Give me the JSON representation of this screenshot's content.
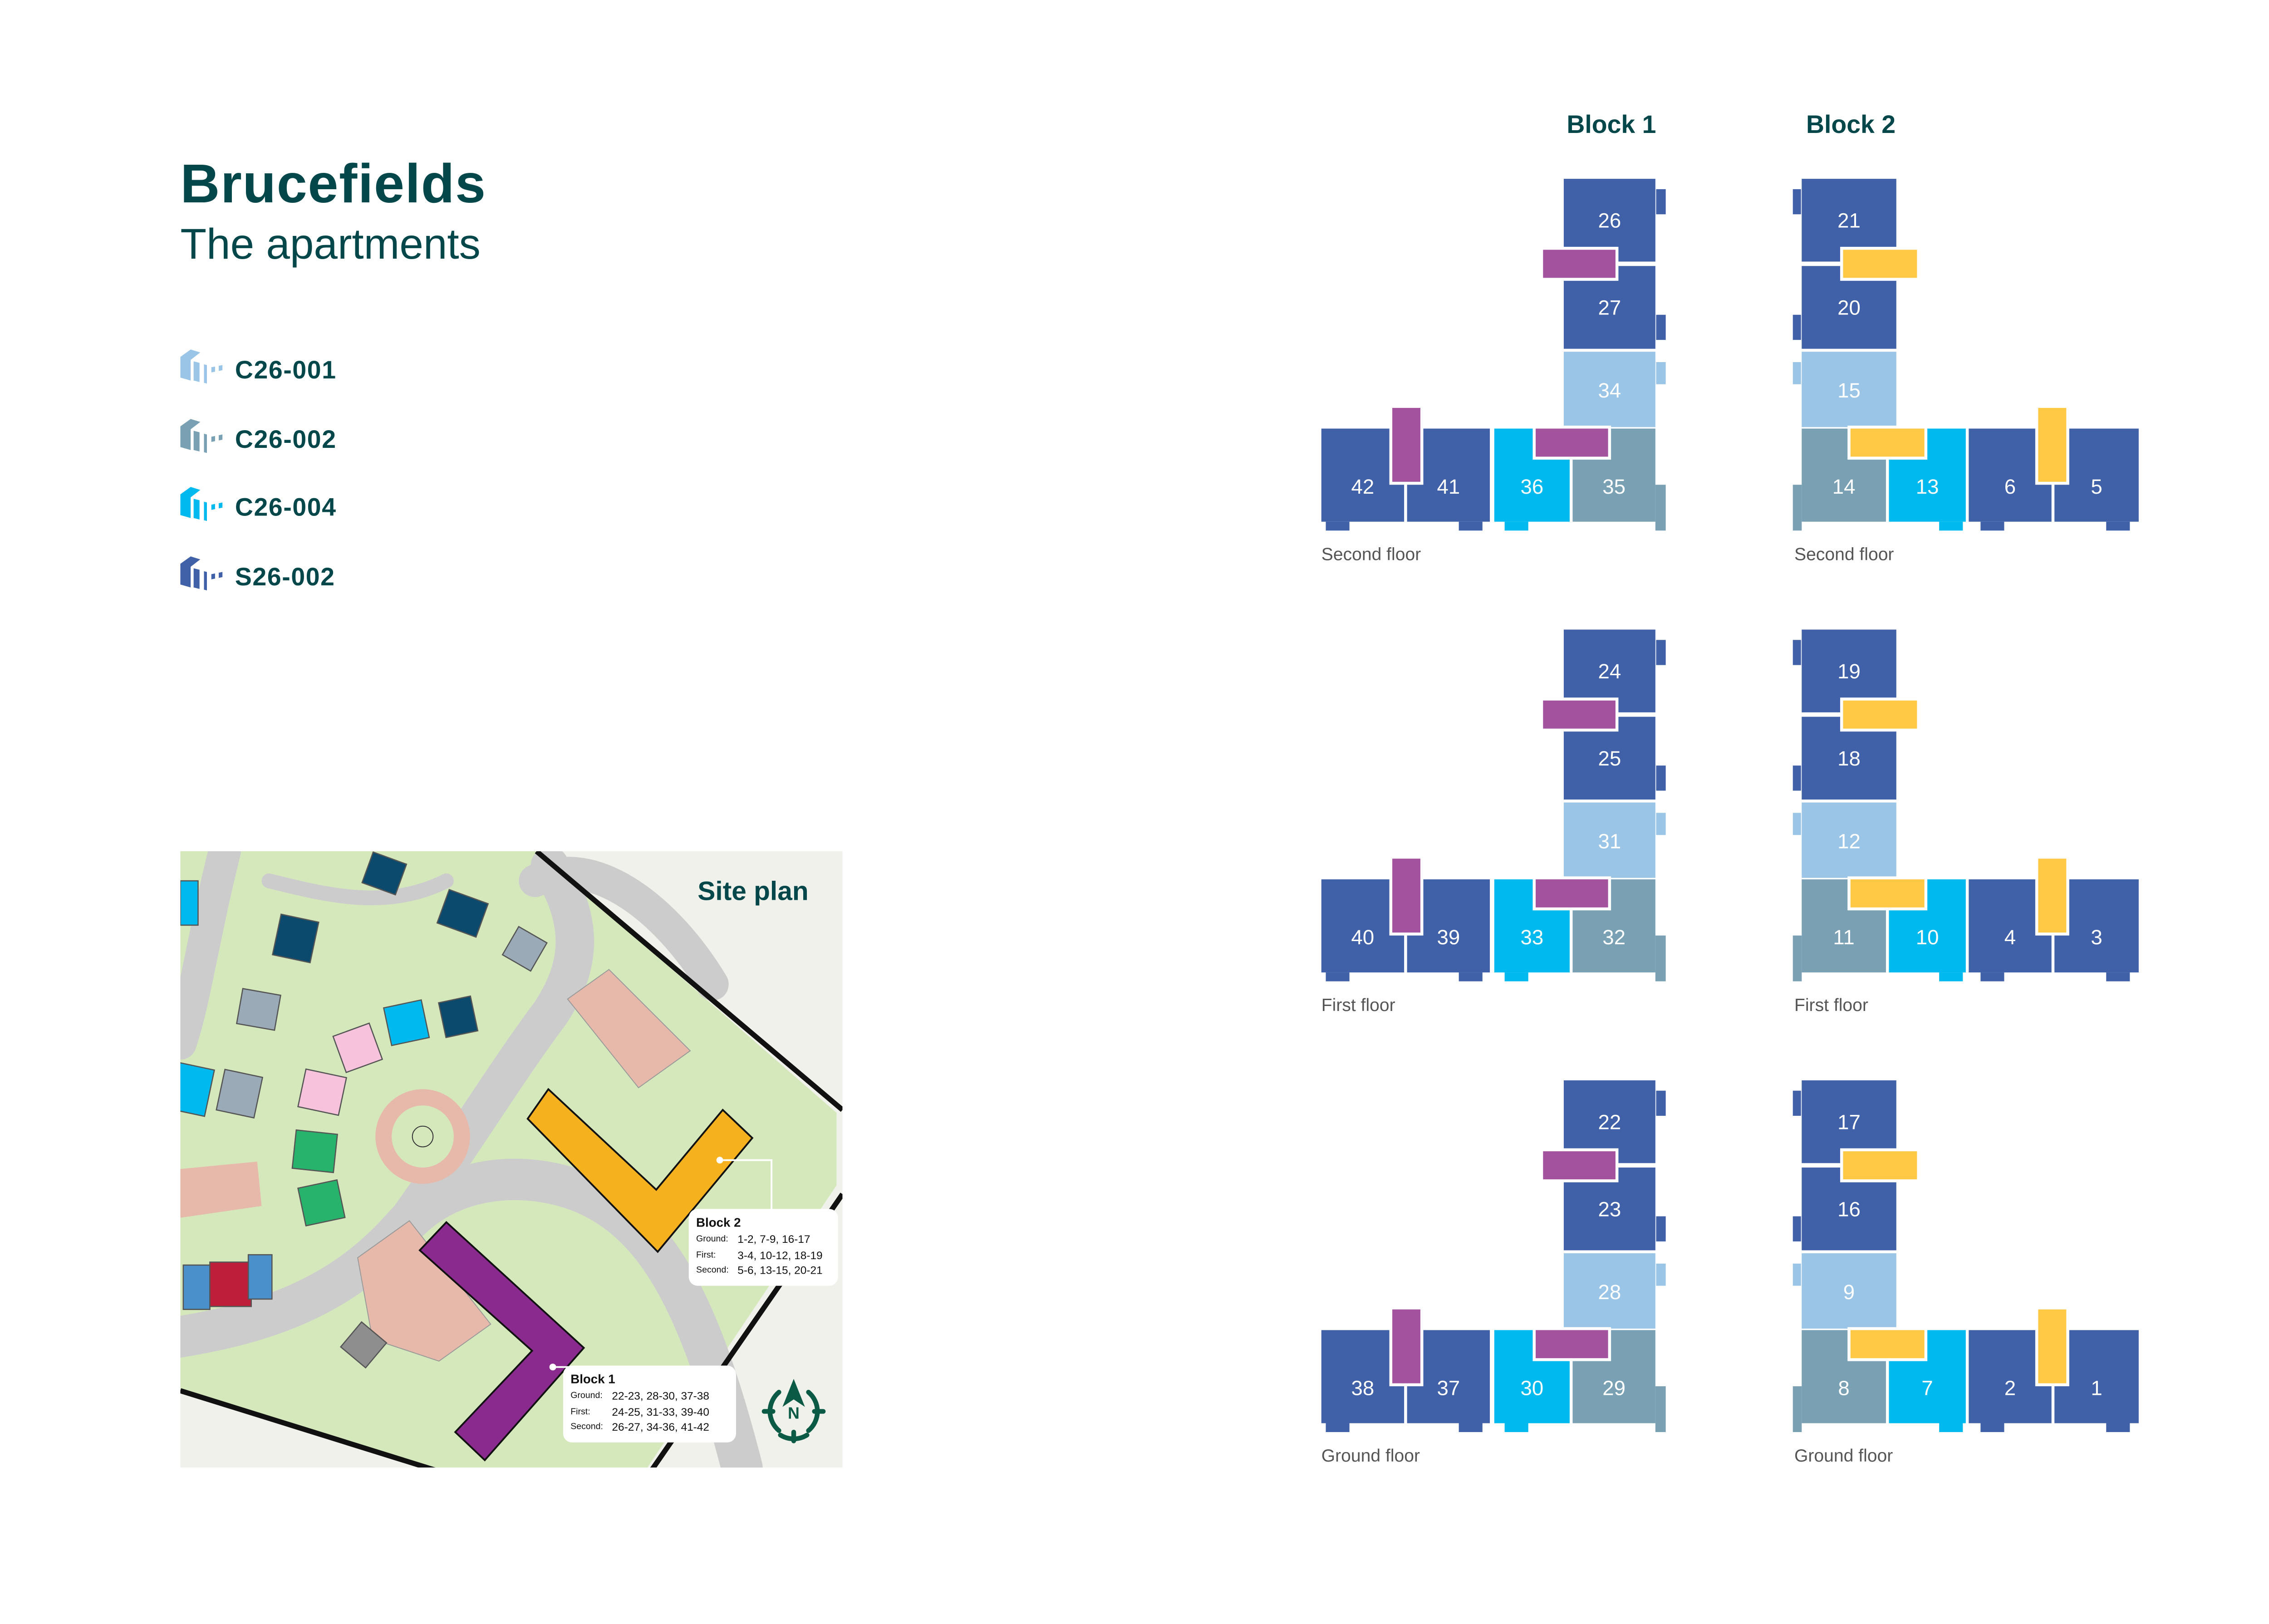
{
  "title": "Brucefields",
  "subtitle": "The apartments",
  "colors": {
    "text": "#04474A",
    "C26-001": "#9BC5E6",
    "C26-002": "#79A1B3",
    "C26-004": "#00B9EE",
    "S26-002": "#4060A8",
    "block1_stair": "#A3529E",
    "block2_stair": "#FFC845",
    "block1_site": "#8B2A8E",
    "block2_site": "#F6B11E"
  },
  "legend": [
    {
      "code": "C26-001",
      "icon": "building-icon"
    },
    {
      "code": "C26-002",
      "icon": "building-icon"
    },
    {
      "code": "C26-004",
      "icon": "building-icon"
    },
    {
      "code": "S26-002",
      "icon": "building-icon"
    }
  ],
  "blocks": [
    {
      "name": "Block 1",
      "floors": [
        {
          "label": "Second floor",
          "tower": [
            {
              "n": "26",
              "type": "S26-002"
            },
            {
              "n": "27",
              "type": "S26-002"
            },
            {
              "n": "34",
              "type": "C26-001"
            }
          ],
          "row": [
            {
              "n": "42",
              "type": "S26-002"
            },
            {
              "n": "41",
              "type": "S26-002"
            },
            {
              "n": "36",
              "type": "C26-004"
            },
            {
              "n": "35",
              "type": "C26-002"
            }
          ]
        },
        {
          "label": "First floor",
          "tower": [
            {
              "n": "24",
              "type": "S26-002"
            },
            {
              "n": "25",
              "type": "S26-002"
            },
            {
              "n": "31",
              "type": "C26-001"
            }
          ],
          "row": [
            {
              "n": "40",
              "type": "S26-002"
            },
            {
              "n": "39",
              "type": "S26-002"
            },
            {
              "n": "33",
              "type": "C26-004"
            },
            {
              "n": "32",
              "type": "C26-002"
            }
          ]
        },
        {
          "label": "Ground floor",
          "tower": [
            {
              "n": "22",
              "type": "S26-002"
            },
            {
              "n": "23",
              "type": "S26-002"
            },
            {
              "n": "28",
              "type": "C26-001"
            }
          ],
          "row": [
            {
              "n": "38",
              "type": "S26-002"
            },
            {
              "n": "37",
              "type": "S26-002"
            },
            {
              "n": "30",
              "type": "C26-004"
            },
            {
              "n": "29",
              "type": "C26-002"
            }
          ]
        }
      ]
    },
    {
      "name": "Block 2",
      "floors": [
        {
          "label": "Second floor",
          "tower": [
            {
              "n": "21",
              "type": "S26-002"
            },
            {
              "n": "20",
              "type": "S26-002"
            },
            {
              "n": "15",
              "type": "C26-001"
            }
          ],
          "row": [
            {
              "n": "14",
              "type": "C26-002"
            },
            {
              "n": "13",
              "type": "C26-004"
            },
            {
              "n": "6",
              "type": "S26-002"
            },
            {
              "n": "5",
              "type": "S26-002"
            }
          ]
        },
        {
          "label": "First floor",
          "tower": [
            {
              "n": "19",
              "type": "S26-002"
            },
            {
              "n": "18",
              "type": "S26-002"
            },
            {
              "n": "12",
              "type": "C26-001"
            }
          ],
          "row": [
            {
              "n": "11",
              "type": "C26-002"
            },
            {
              "n": "10",
              "type": "C26-004"
            },
            {
              "n": "4",
              "type": "S26-002"
            },
            {
              "n": "3",
              "type": "S26-002"
            }
          ]
        },
        {
          "label": "Ground floor",
          "tower": [
            {
              "n": "17",
              "type": "S26-002"
            },
            {
              "n": "16",
              "type": "S26-002"
            },
            {
              "n": "9",
              "type": "C26-001"
            }
          ],
          "row": [
            {
              "n": "8",
              "type": "C26-002"
            },
            {
              "n": "7",
              "type": "C26-004"
            },
            {
              "n": "2",
              "type": "S26-002"
            },
            {
              "n": "1",
              "type": "S26-002"
            }
          ]
        }
      ]
    }
  ],
  "site_plan": {
    "title": "Site plan",
    "compass_label": "N",
    "callouts": [
      {
        "block": "Block 2",
        "rows": [
          {
            "k": "Ground:",
            "v": "1-2, 7-9, 16-17"
          },
          {
            "k": "First:",
            "v": "3-4, 10-12, 18-19"
          },
          {
            "k": "Second:",
            "v": "5-6, 13-15, 20-21"
          }
        ]
      },
      {
        "block": "Block 1",
        "rows": [
          {
            "k": "Ground:",
            "v": "22-23, 28-30, 37-38"
          },
          {
            "k": "First:",
            "v": "24-25, 31-33, 39-40"
          },
          {
            "k": "Second:",
            "v": "26-27, 34-36, 41-42"
          }
        ]
      }
    ]
  }
}
